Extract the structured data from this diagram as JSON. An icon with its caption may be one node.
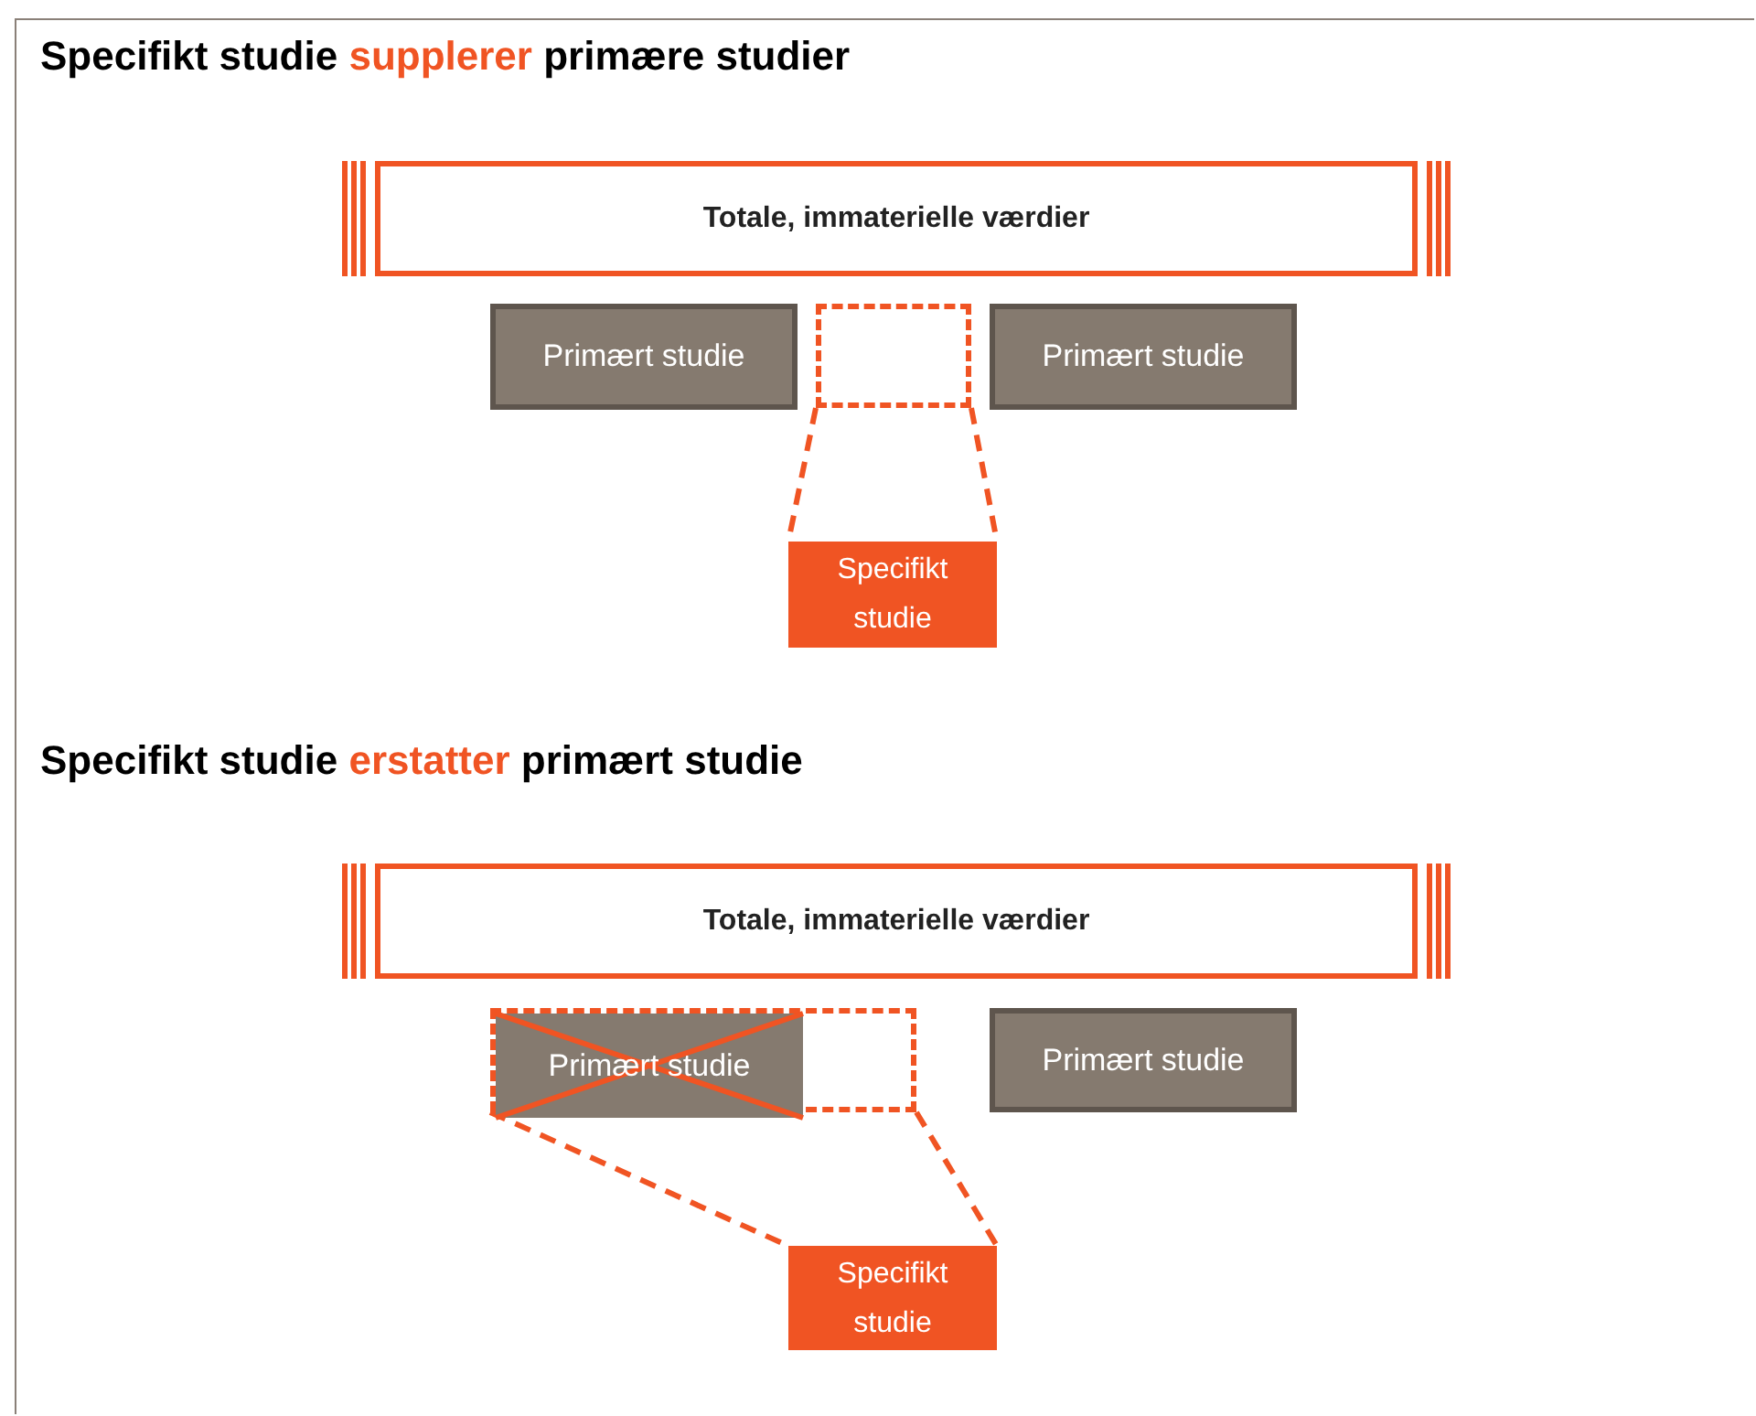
{
  "diagram": {
    "nodes": [
      {
        "text": [
          "Totale, immaterielle værdier"
        ]
      },
      {
        "text": [
          "Primært studie"
        ]
      },
      {
        "text": [],
        "shape": "box"
      },
      {
        "text": [
          "Primært studie"
        ]
      },
      {
        "text": [
          "Specifikt studie"
        ]
      },
      {
        "text": [
          "Totale, immaterielle værdier"
        ]
      },
      {
        "text": [],
        "shape": "box"
      },
      {
        "text": [
          "Primært studie"
        ],
        "in": 6
      },
      {
        "text": [
          "Primært studie"
        ]
      },
      {
        "text": [
          "Specifikt studie"
        ]
      }
    ],
    "edges": [
      {
        "from": 2,
        "to": 4,
        "arrow": "none",
        "style": "dashed"
      },
      {
        "from": 2,
        "to": 4,
        "arrow": "none",
        "style": "dashed"
      },
      {
        "from": 6,
        "to": 9,
        "arrow": "none",
        "style": "dashed"
      },
      {
        "from": 6,
        "to": 9,
        "arrow": "none",
        "style": "dashed"
      }
    ],
    "labels": [
      "Specifikt studie **supplerer** primære studier",
      "Specifikt studie **erstatter** primært studie"
    ]
  }
}
